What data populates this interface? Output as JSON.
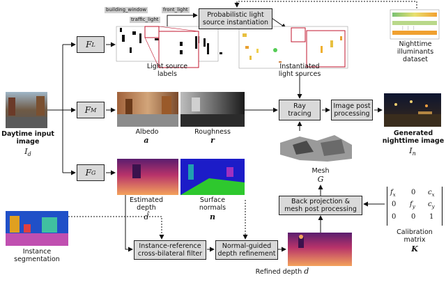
{
  "boxes": {
    "fl": {
      "main": "F",
      "sub": "L"
    },
    "fm": {
      "main": "F",
      "sub": "M"
    },
    "fg": {
      "main": "F",
      "sub": "G"
    },
    "light_inst_line1": "Probabilistic light",
    "light_inst_line2": "source instantiation",
    "ray_line1": "Ray",
    "ray_line2": "tracing",
    "post_line1": "Image post",
    "post_line2": "processing",
    "backproj_line1": "Back projection &",
    "backproj_line2": "mesh post processing",
    "filter_line1": "Instance-reference",
    "filter_line2": "cross-bilateral filter",
    "refine_line1": "Normal-guided",
    "refine_line2": "depth refinement"
  },
  "labels": {
    "light_source_labels_1": "Light source",
    "light_source_labels_2": "labels",
    "instantiated_1": "Instantiated",
    "instantiated_2": "light sources",
    "illuminants_1": "Nighttime",
    "illuminants_2": "illuminants",
    "illuminants_3": "dataset",
    "daytime_1": "Daytime input",
    "daytime_2": "image",
    "daytime_sym": "I",
    "daytime_sub": "d",
    "albedo": "Albedo",
    "albedo_sym": "a",
    "roughness": "Roughness",
    "roughness_sym": "r",
    "generated_1": "Generated",
    "generated_2": "nighttime image",
    "generated_sym": "I",
    "generated_sub": "n",
    "est_depth_1": "Estimated",
    "est_depth_2": "depth",
    "est_depth_sym": "d̂",
    "normals_1": "Surface",
    "normals_2": "normals",
    "normals_sym": "n",
    "mesh": "Mesh",
    "mesh_sym": "G",
    "calib_1": "Calibration",
    "calib_2": "matrix",
    "calib_sym": "K",
    "instance_1": "Instance",
    "instance_2": "segmentation",
    "refined": "Refined depth",
    "refined_sym": "d"
  },
  "tags": {
    "building_window": "building_window",
    "front_light": "front_light",
    "traffic_light": "traffic_light"
  },
  "matrix": {
    "r1c1": "f",
    "r1c1s": "x",
    "r1c2": "0",
    "r1c3": "c",
    "r1c3s": "x",
    "r2c1": "0",
    "r2c2": "f",
    "r2c2s": "y",
    "r2c3": "c",
    "r2c3s": "y",
    "r3c1": "0",
    "r3c2": "0",
    "r3c3": "1"
  },
  "colors": {
    "box_fill": "#d9d9d9",
    "accent_red": "#c0142c",
    "depth_dark": "#5a1d6e",
    "depth_light": "#f3a25b",
    "normals_blue": "#1c1cc8",
    "normals_green": "#2ec82e"
  }
}
